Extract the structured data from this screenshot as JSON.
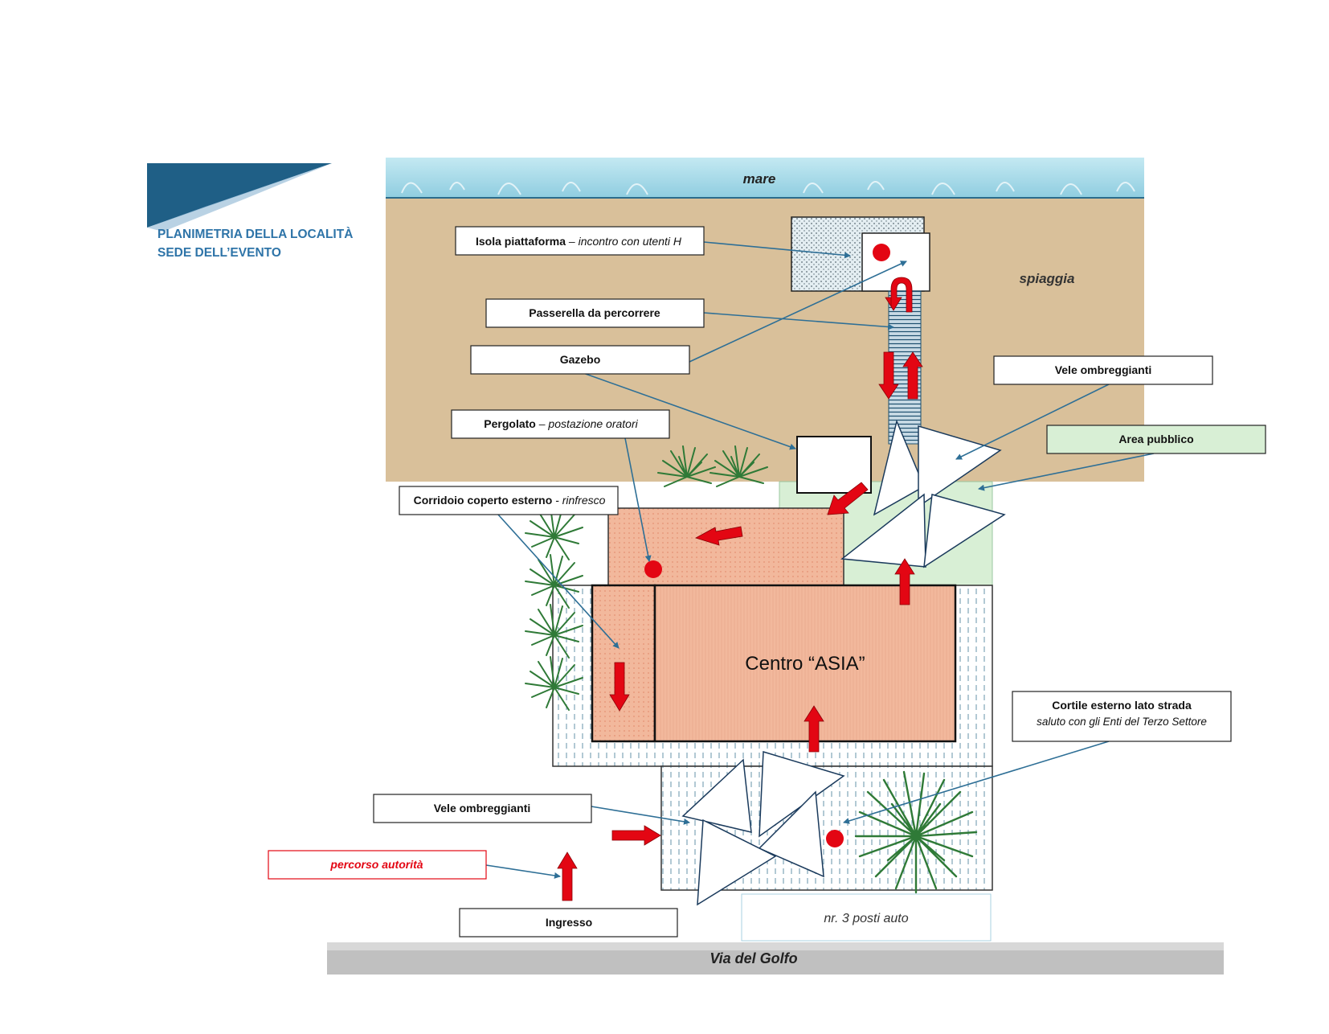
{
  "header": {
    "title_line1": "PLANIMETRIA DELLA LOCALITÀ",
    "title_line2": "SEDE DELL’EVENTO"
  },
  "areas": {
    "sea": "mare",
    "beach": "spiaggia",
    "building": "Centro “ASIA”",
    "parking": "nr. 3 posti auto",
    "street": "Via del Golfo"
  },
  "callouts": {
    "isola_bold": "Isola piattaforma",
    "isola_italic": " – incontro con utenti H",
    "passerella": "Passerella da percorrere",
    "gazebo": "Gazebo",
    "pergolato_bold": "Pergolato",
    "pergolato_italic": " – postazione oratori",
    "corridoio_bold": "Corridoio coperto esterno",
    "corridoio_italic": " - rinfresco",
    "vele_top": "Vele ombreggianti",
    "area_pubblico": "Area pubblico",
    "cortile_line1": "Cortile esterno lato strada",
    "cortile_line2": "saluto con gli Enti del Terzo Settore",
    "vele_bottom": "Vele ombreggianti",
    "percorso": "percorso autorità",
    "ingresso": "Ingresso"
  },
  "colors": {
    "sea": "#a9dbe8",
    "sand": "#dcc5a0",
    "building": "#f2b89c",
    "public_area": "#d8efd5",
    "street": "#bdbdbd",
    "route": "#e30613",
    "callout_line": "#2e6f96",
    "header_blue": "#2e74a8"
  }
}
